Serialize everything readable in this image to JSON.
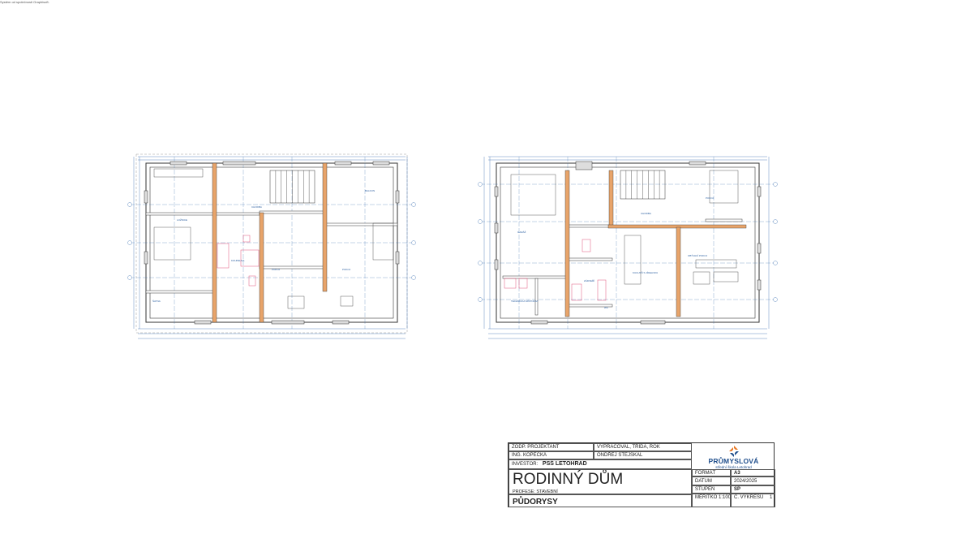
{
  "credit": "Systém od společnosti Graphisoft.",
  "colors": {
    "wall": "#333333",
    "insulation": "#e8a46a",
    "dimension": "#3a6fb0",
    "sanitary": "#e0557a",
    "logo_blue": "#1f4e8c",
    "logo_orange": "#e87722"
  },
  "plans": {
    "upper_floor_rooms": [
      "LOŽNICE",
      "CHODBA",
      "KOUPELNA",
      "POKOJ",
      "POKOJ",
      "BALKON",
      "ŠATNA"
    ],
    "ground_floor_rooms": [
      "GARÁŽ",
      "CHODBA",
      "POKOJ",
      "OBÝVACÍ POKOJ",
      "KUCHYŇ S JÍDELNOU",
      "TECHNICKÁ MÍSTNOST",
      "WC",
      "ZÁDVEŘÍ"
    ]
  },
  "title_block": {
    "zodp_projektant_label": "ZODP. PROJEKTANT",
    "zodp_projektant_value": "ING. KOPECKÁ",
    "vypracoval_label": "VYPRACOVAL, TŘÍDA, ROK",
    "vypracoval_value": "ONDŘEJ  STEJSKAL",
    "investor_label": "INVESTOR:",
    "investor_value": "PSŠ LETOHRAD",
    "title": "RODINNÝ DŮM",
    "profese": "PROFESE: STAVEBNÍ",
    "drawing_name": "PŮDORYSY",
    "format_label": "FORMÁT",
    "format_value": "A3",
    "datum_label": "DATUM",
    "datum_value": "2024/2025",
    "stupen_label": "STUPEŇ",
    "stupen_value": "SP",
    "meritko": "MĚŘÍTKO 1:100",
    "cislo_vykresu_label": "Č. VÝKRESU",
    "cislo_vykresu_value": "1",
    "logo_name": "PRŮMYSLOVÁ",
    "logo_sub": "střední škola Letohrad"
  }
}
